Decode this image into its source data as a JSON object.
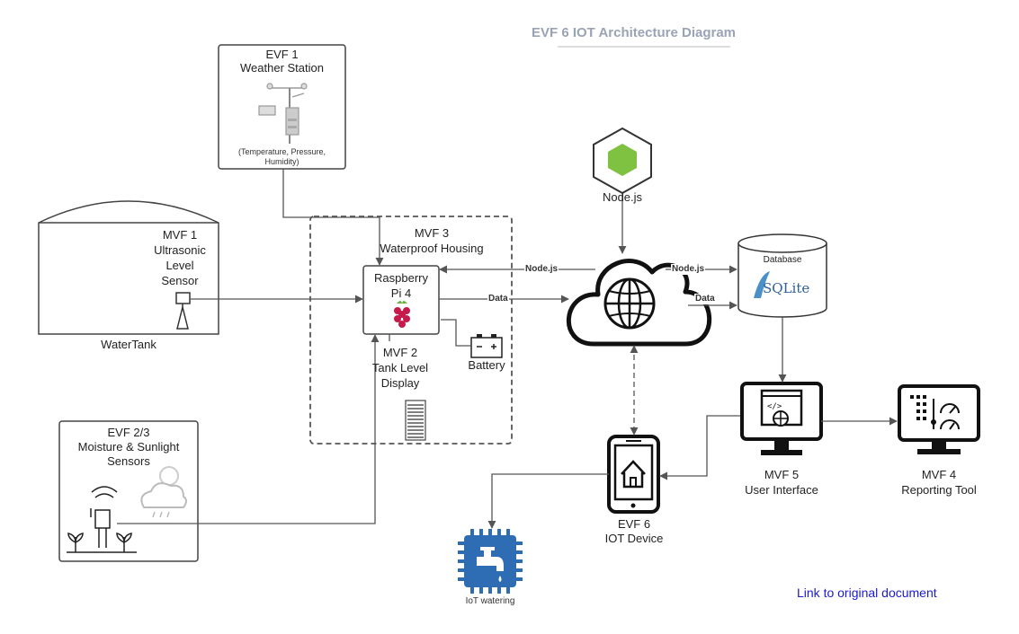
{
  "title": "EVF 6 IOT Architecture Diagram",
  "nodes": {
    "weather": {
      "name": "EVF 1",
      "sub": "Weather Station",
      "note1": "(Temperature, Pressure,",
      "note2": "Humidity)"
    },
    "tank": {
      "caption": "WaterTank",
      "l1": "MVF 1",
      "l2": "Ultrasonic",
      "l3": "Level",
      "l4": "Sensor"
    },
    "housing": {
      "l1": "MVF 3",
      "l2": "Waterproof Housing"
    },
    "pi": {
      "l1": "Raspberry",
      "l2": "Pi 4"
    },
    "display": {
      "l1": "MVF 2",
      "l2": "Tank Level",
      "l3": "Display"
    },
    "battery": {
      "label": "Battery",
      "minus": "−",
      "plus": "+"
    },
    "moisture": {
      "l1": "EVF 2/3",
      "l2": "Moisture & Sunlight",
      "l3": "Sensors"
    },
    "node": {
      "label": "Node.js"
    },
    "database": {
      "label": "Database",
      "logo": "SQLite"
    },
    "ui": {
      "l1": "MVF 5",
      "l2": "User Interface"
    },
    "reporting": {
      "l1": "MVF 4",
      "l2": "Reporting Tool"
    },
    "iot": {
      "l1": "EVF 6",
      "l2": "IOT Device"
    },
    "watering": {
      "label": "IoT watering"
    }
  },
  "edges": {
    "node_to_pi": "Node.js",
    "pi_to_cloud": "Data",
    "cloud_to_db_node": "Node.js",
    "cloud_to_db_data": "Data"
  },
  "link": {
    "text": "Link to original document"
  },
  "colors": {
    "line": "#555555",
    "title": "#9aa3b5",
    "node_green": "#7fc241",
    "watering_blue": "#2e6db4",
    "link": "#1a1ad6",
    "raspberry": "#c51a4a"
  }
}
